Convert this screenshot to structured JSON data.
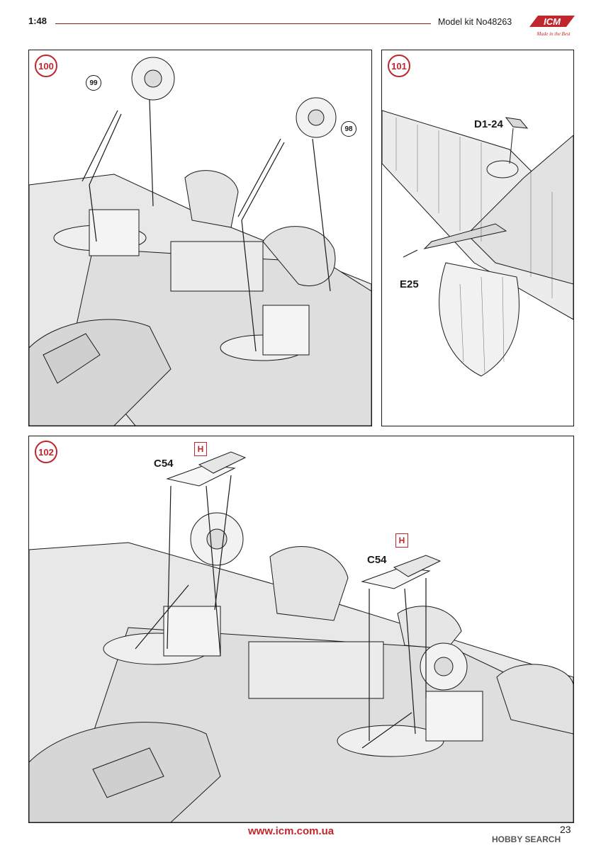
{
  "header": {
    "scale": "1:48",
    "model": "Model kit No48263",
    "logo_text": "ICM",
    "logo_tagline": "Made in the Best"
  },
  "steps": {
    "s100": {
      "number": "100",
      "ref_a": "99",
      "ref_b": "98"
    },
    "s101": {
      "number": "101",
      "part_a": "D1-24",
      "part_b": "E25"
    },
    "s102": {
      "number": "102",
      "part_a": "C54",
      "part_b": "C54",
      "mark_a": "H",
      "mark_b": "H"
    }
  },
  "footer": {
    "url": "www.icm.com.ua",
    "page": "23",
    "watermark": "HOBBY SEARCH"
  },
  "colors": {
    "accent": "#c0272d",
    "line": "#1a1a1a",
    "fill": "#e6e6e6"
  }
}
